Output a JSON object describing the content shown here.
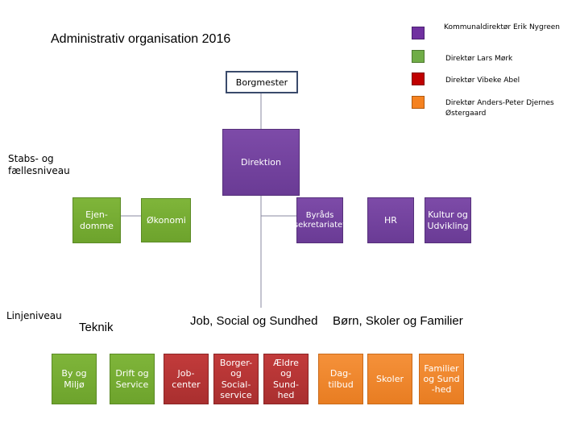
{
  "title": "Administrativ organisation 2016",
  "legend": [
    {
      "label": "Kommunaldirektør Erik Nygreen",
      "color": "#7030a0"
    },
    {
      "label": "Direktør Lars Mørk",
      "color": "#70ad47"
    },
    {
      "label": "Direktør Vibeke Abel",
      "color": "#c00000"
    },
    {
      "label": "Direktør Anders-Peter Djernes\nØstergaard",
      "color": "#f58220"
    }
  ],
  "top": {
    "mayor": "Borgmester",
    "direktion": "Direktion"
  },
  "levels": {
    "stabs": "Stabs- og\nfællesniveau",
    "linje": "Linjeniveau"
  },
  "staff_units": {
    "ejendomme": "Ejen-\ndomme",
    "okonomi": "Økonomi",
    "byraad": "Byråds\nsekretariatet",
    "hr": "HR",
    "kultur": "Kultur og\nUdvikling"
  },
  "groups": {
    "teknik": "Teknik",
    "job_social": "Job, Social og Sundhed",
    "born": "Børn, Skoler og Familier"
  },
  "line_units": {
    "by_miljo": "By og\nMiljø",
    "drift": "Drift og\nService",
    "jobcenter": "Job-\ncenter",
    "borgerservice": "Borger-\nog\nSocial-\nservice",
    "aeldre": "Ældre\nog\nSund-\nhed",
    "dagtilbud": "Dag-\ntilbud",
    "skoler": "Skoler",
    "familier": "Familier\nog Sund\n-hed"
  }
}
